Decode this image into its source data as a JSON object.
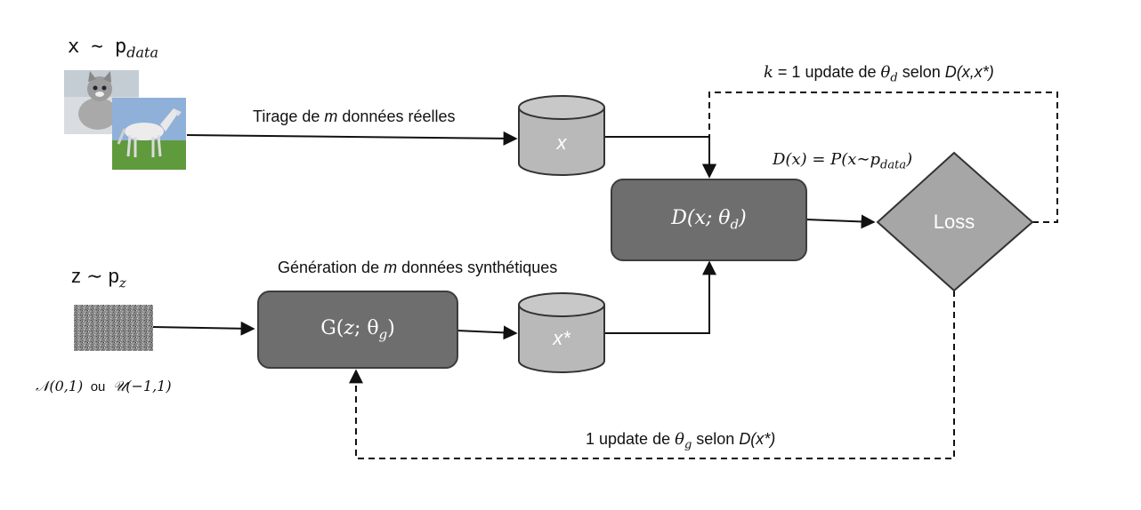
{
  "real_source": {
    "label": "x ∼ p",
    "sub": "data"
  },
  "noise_source": {
    "label": "z ∼ p",
    "sub": "z"
  },
  "noise_caption": {
    "left": "𝒩(0,1)",
    "mid": "ou",
    "right": "𝒰(−1,1)"
  },
  "edge_real": {
    "a": "Tirage de ",
    "m": "m",
    "b": " données réelles"
  },
  "edge_synth": {
    "a": "Génération de ",
    "m": "m",
    "b": " données synthétiques"
  },
  "cyl_real": "x",
  "cyl_fake": "x*",
  "generator": {
    "a": "G(",
    "z": "z",
    "b": "; θ",
    "sub": "g",
    "c": ")"
  },
  "discriminator": {
    "a": "D(",
    "x": "x",
    "b": "; θ",
    "sub": "d",
    "c": ")"
  },
  "loss": "Loss",
  "d_prob": {
    "a": "D(x) = P(x∼p",
    "sub": "data",
    "c": ")"
  },
  "update_d": {
    "k": "k",
    "a": " = 1 update de ",
    "theta": "θ",
    "sub": "d",
    "b": " selon ",
    "c": "D(x,x*)"
  },
  "update_g": {
    "a": "1 update de ",
    "theta": "θ",
    "sub": "g",
    "b": " selon ",
    "c": "D(x*)"
  },
  "colors": {
    "box": "#6e6e6e",
    "cylinder": "#b9b9b9",
    "diamond": "#a6a6a6",
    "line": "#111111"
  }
}
